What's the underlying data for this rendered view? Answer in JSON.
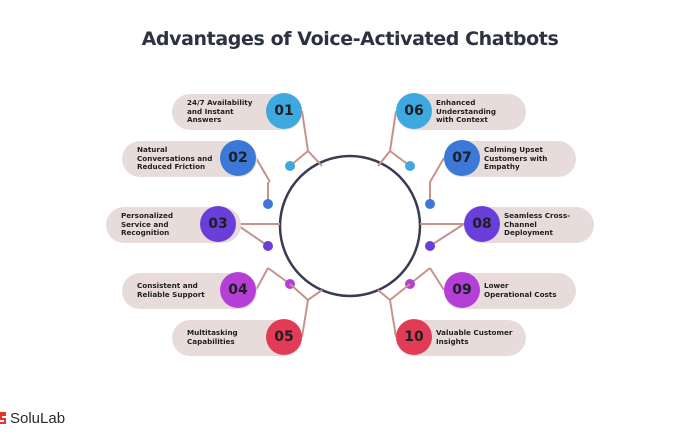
{
  "title": "Advantages of Voice-Activated Chatbots",
  "brand": "SoluLab",
  "colors": {
    "pill": "#e8dcdb",
    "line": "#c8928a",
    "ring": "#3a3a52",
    "text": "#1f1f1f"
  },
  "items_left": [
    {
      "number": "01",
      "text": "24/7 Availability\nand Instant\nAnswers",
      "color": "#3ea8e0"
    },
    {
      "number": "02",
      "text": "Natural\nConversations and\nReduced Friction",
      "color": "#3b78d8"
    },
    {
      "number": "03",
      "text": "Personalized\nService and\nRecognition",
      "color": "#6a3fd9"
    },
    {
      "number": "04",
      "text": "Consistent and\nReliable Support",
      "color": "#b43fd6"
    },
    {
      "number": "05",
      "text": "Multitasking\nCapabilities",
      "color": "#e23b57"
    }
  ],
  "items_right": [
    {
      "number": "06",
      "text": "Enhanced\nUnderstanding\nwith Context",
      "color": "#3ea8e0"
    },
    {
      "number": "07",
      "text": "Calming Upset\nCustomers with\nEmpathy",
      "color": "#3b78d8"
    },
    {
      "number": "08",
      "text": "Seamless Cross-\nChannel\nDeployment",
      "color": "#6a3fd9"
    },
    {
      "number": "09",
      "text": "Lower\nOperational Costs",
      "color": "#b43fd6"
    },
    {
      "number": "10",
      "text": "Valuable Customer\nInsights",
      "color": "#e23b57"
    }
  ]
}
